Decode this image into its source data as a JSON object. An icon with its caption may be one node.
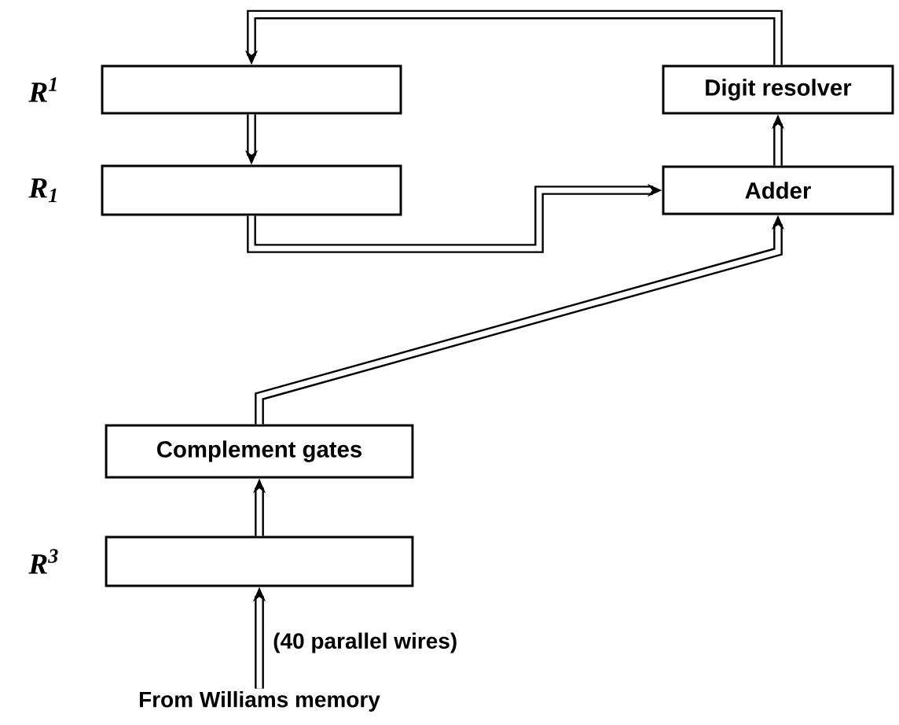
{
  "diagram": {
    "nodes": [
      {
        "text": [],
        "shape": "box",
        "beside": [
          "R$^{1}$"
        ]
      },
      {
        "text": [],
        "shape": "box",
        "beside": [
          "R$_{1}$"
        ]
      },
      {
        "text": [
          "Digit resolver"
        ]
      },
      {
        "text": [
          "Adder"
        ]
      },
      {
        "text": [
          "Complement gates"
        ]
      },
      {
        "text": [],
        "shape": "box",
        "beside": [
          "R$^{3}$"
        ]
      },
      {
        "text": [
          "From Williams memory"
        ]
      }
    ],
    "edges": [
      {
        "from": 2,
        "to": 0,
        "arrow": "to"
      },
      {
        "from": 0,
        "to": 1,
        "arrow": "to"
      },
      {
        "from": 1,
        "to": 3,
        "arrow": "to"
      },
      {
        "from": 3,
        "to": 2,
        "arrow": "to"
      },
      {
        "from": 4,
        "to": 3,
        "arrow": "to"
      },
      {
        "from": 5,
        "to": 4,
        "arrow": "to"
      },
      {
        "from": 6,
        "to": 5,
        "arrow": "to",
        "label": "(40 parallel wires)"
      }
    ]
  }
}
